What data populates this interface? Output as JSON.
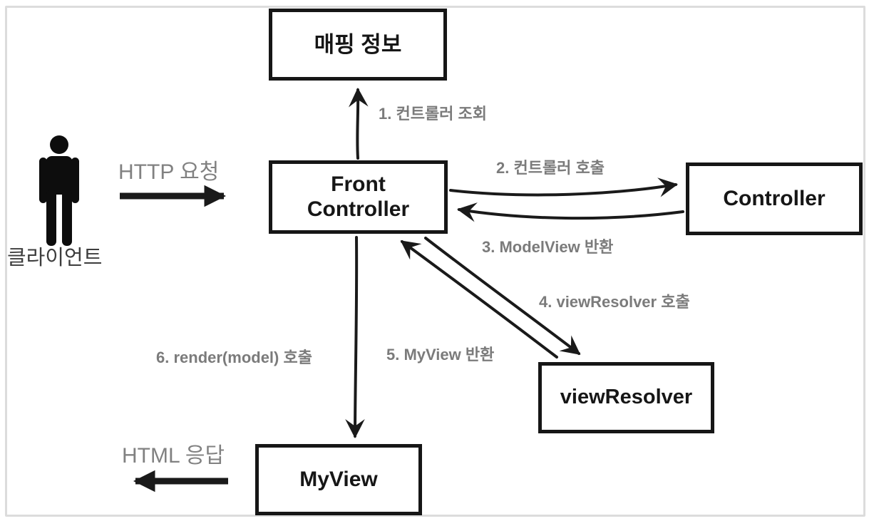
{
  "diagram": {
    "title_hint": "Front Controller MVC flow diagram",
    "boxes": {
      "mapping": {
        "label": "매핑 정보"
      },
      "front_controller": {
        "line1": "Front",
        "line2": "Controller"
      },
      "controller": {
        "label": "Controller"
      },
      "view_resolver": {
        "label": "viewResolver"
      },
      "my_view": {
        "label": "MyView"
      }
    },
    "actor": {
      "label": "클라이언트",
      "icon": "person-icon"
    },
    "flow_labels": {
      "http_request": "HTTP 요청",
      "html_response": "HTML 응답",
      "step1": "1. 컨트롤러 조회",
      "step2": "2. 컨트롤러 호출",
      "step3": "3. ModelView 반환",
      "step4": "4. viewResolver 호출",
      "step5": "5. MyView 반환",
      "step6": "6. render(model) 호출"
    },
    "colors": {
      "box_border": "#161616",
      "box_text": "#161616",
      "step_label_gray": "#7b7b7b",
      "io_label_gray": "#818181",
      "actor_text": "#3d3d3d",
      "arrow": "#1a1a1a",
      "frame": "#dcdcdc",
      "background": "#ffffff"
    }
  }
}
